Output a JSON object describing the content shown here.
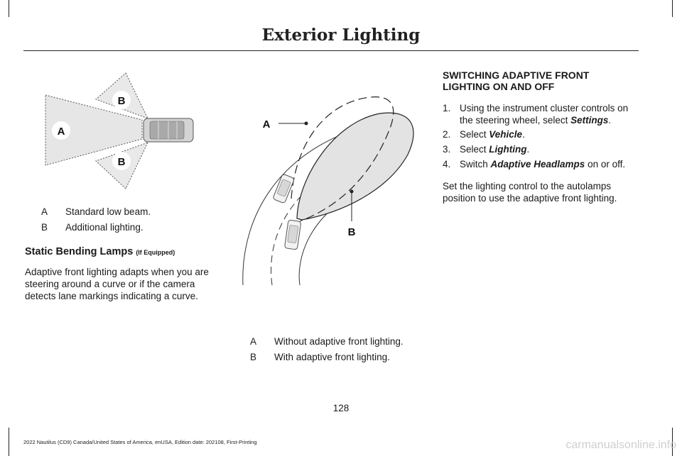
{
  "header": {
    "title": "Exterior Lighting"
  },
  "figure1": {
    "callouts": {
      "a": "A",
      "b_top": "B",
      "b_bottom": "B"
    },
    "legend": [
      {
        "key": "A",
        "text": "Standard low beam."
      },
      {
        "key": "B",
        "text": "Additional lighting."
      }
    ]
  },
  "static_bending": {
    "heading": "Static Bending Lamps",
    "heading_tag": "(If Equipped)",
    "body_lines": [
      "Adaptive front lighting adapts when you are",
      "steering around a curve or if the camera",
      "detects lane markings indicating a curve."
    ]
  },
  "figure2": {
    "callouts": {
      "a": "A",
      "b": "B"
    },
    "legend": [
      {
        "key": "A",
        "text": "Without adaptive front lighting."
      },
      {
        "key": "B",
        "text": "With adaptive front lighting."
      }
    ]
  },
  "switching": {
    "heading_lines": [
      "SWITCHING ADAPTIVE FRONT",
      "LIGHTING ON AND OFF"
    ],
    "steps": [
      {
        "num": "1.",
        "pre": "Using the instrument cluster controls on the steering wheel, select ",
        "em": "Settings",
        "post": "."
      },
      {
        "num": "2.",
        "pre": "Select ",
        "em": "Vehicle",
        "post": "."
      },
      {
        "num": "3.",
        "pre": "Select ",
        "em": "Lighting",
        "post": "."
      },
      {
        "num": "4.",
        "pre": "Switch ",
        "em": "Adaptive Headlamps",
        "post": " on or off."
      }
    ],
    "note_lines": [
      "Set the lighting control to the autolamps",
      "position to use the adaptive front lighting."
    ]
  },
  "page_number": "128",
  "footer": "2022 Nautilus (CD9) Canada/United States of America, enUSA, Edition date: 202108, First-Printing",
  "watermark": "carmanualsonline.info"
}
